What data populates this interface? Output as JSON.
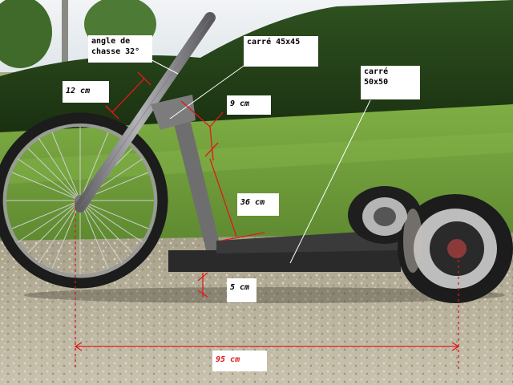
{
  "labels": {
    "angle": {
      "line1": "angle de",
      "line2": "chasse 32°"
    },
    "square_45": "carré 45x45",
    "square_50": {
      "line1": "carré",
      "line2": "50x50"
    },
    "dim_12": "12 cm",
    "dim_9": "9 cm",
    "dim_36": "36 cm",
    "dim_5": "5 cm",
    "dim_95": "95 cm"
  },
  "colors": {
    "dimension_line": "#e0181a",
    "pointer_line": "#ffffff",
    "frame": "#2a2a2a",
    "tube": "#8c8c90",
    "tyre": "#1c1c1c",
    "grass": "#6f9a3a",
    "hedge": "#1f3a14",
    "gravel": "#b9b09a"
  }
}
